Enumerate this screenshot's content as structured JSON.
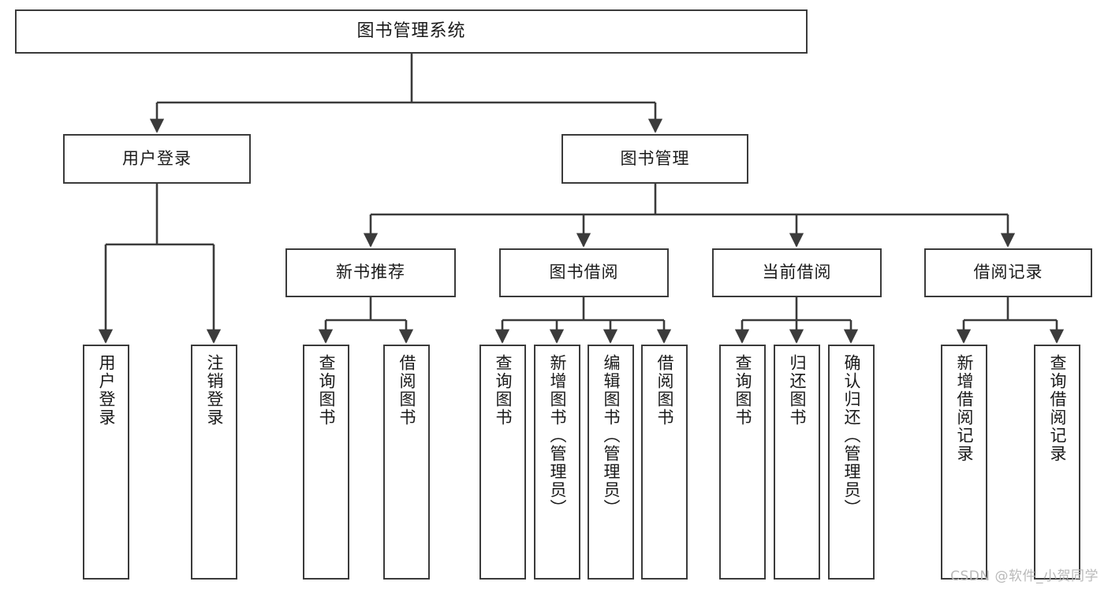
{
  "diagram": {
    "title": "图书管理系统",
    "watermark": "CSDN @软件_小贺同学",
    "colors": {
      "box_border": "#3b3b3b",
      "box_fill": "#ffffff",
      "connector": "#3b3b3b",
      "text": "#1a1a1a",
      "watermark": "#b9b9b9",
      "background": "#ffffff"
    },
    "root": {
      "label": "图书管理系统"
    },
    "level2": [
      {
        "label": "用户登录"
      },
      {
        "label": "图书管理"
      }
    ],
    "level3": [
      {
        "label": "新书推荐"
      },
      {
        "label": "图书借阅"
      },
      {
        "label": "当前借阅"
      },
      {
        "label": "借阅记录"
      }
    ],
    "leaves": {
      "user_login": [
        {
          "label": "用户登录"
        },
        {
          "label": "注销登录"
        }
      ],
      "new_book_recommend": [
        {
          "label": "查询图书"
        },
        {
          "label": "借阅图书"
        }
      ],
      "book_borrow": [
        {
          "label": "查询图书"
        },
        {
          "label": "新增图书（管理员）"
        },
        {
          "label": "编辑图书（管理员）"
        },
        {
          "label": "借阅图书"
        }
      ],
      "current_borrow": [
        {
          "label": "查询图书"
        },
        {
          "label": "归还图书"
        },
        {
          "label": "确认归还（管理员）"
        }
      ],
      "borrow_record": [
        {
          "label": "新增借阅记录"
        },
        {
          "label": "查询借阅记录"
        }
      ]
    }
  }
}
